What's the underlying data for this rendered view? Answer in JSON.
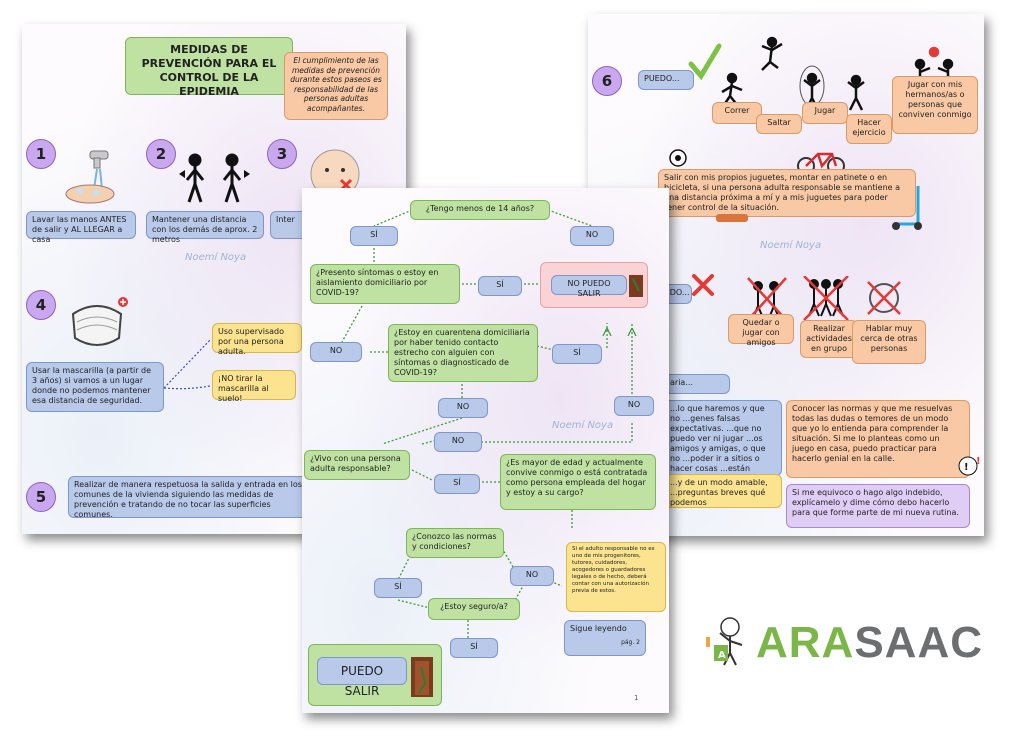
{
  "left_page": {
    "title": "MEDIDAS DE PREVENCIÓN PARA EL CONTROL DE LA EPIDEMIA",
    "intro": "El cumplimiento de las medidas de prevención durante estos paseos es responsabilidad de las personas adultas acompañantes.",
    "step1_num": "1",
    "step1_text": "Lavar las manos ANTES de salir y AL LLEGAR a casa",
    "step2_num": "2",
    "step2_text": "Mantener una distancia con los demás de aprox. 2 metros",
    "step3_num": "3",
    "step3_text": "Inter",
    "step4_num": "4",
    "step4_text": "Usar la mascarilla (a partir de 3 años) si vamos a un lugar donde no podemos mantener esa distancia de seguridad.",
    "step4_note1": "Uso supervisado por una persona adulta.",
    "step4_note2": "¡NO tirar la mascarilla al suelo!",
    "step5_num": "5",
    "step5_text": "Realizar de manera respetuosa la salida y entrada en los comunes de la vivienda siguiendo las medidas de prevención e tratando de no tocar las superficies comunes.",
    "watermark": "Noemí Noya"
  },
  "right_page": {
    "step6_num": "6",
    "puedo": "PUEDO...",
    "act_correr": "Correr",
    "act_saltar": "Saltar",
    "act_jugar": "Jugar",
    "act_ejercicio": "Hacer ejercicio",
    "act_hermanos": "Jugar con mis hermanos/as o personas que conviven conmigo",
    "toys_text": "Salir con mis propios juguetes, montar en patinete o en bicicleta, si una persona adulta responsable se mantiene a una distancia próxima a mí y a mis juguetes para poder tener control de la situación.",
    "no_puedo": "PUEDO...",
    "no1": "Quedar o jugar con amigos",
    "no2": "Realizar actividades en grupo",
    "no3": "Hablar muy cerca de otras personas",
    "section_label": "aria...",
    "text_left": "...lo que haremos y que no ...genes falsas expectativas. ...que no puedo ver ni jugar ...os amigos y amigas, o que no ...poder ir a sitios o hacer cosas ...están permitidas.",
    "text_left2": "...y de un modo amable, ...preguntas breves qué podemos",
    "conocer": "Conocer las normas y que me resuelvas todas las dudas o temores de un modo que yo lo entienda para comprender la situación. Si me lo planteas como un juego en casa, puedo practicar para hacerlo genial en la calle.",
    "equivoco": "Si me equivoco o hago algo indebido, explícamelo y dime cómo debo hacerlo para que forme parte de mi nueva rutina.",
    "watermark": "Noemí Noya"
  },
  "center_page": {
    "q1": "¿Tengo menos de 14 años?",
    "si": "SÍ",
    "no": "NO",
    "q2": "¿Presento síntomas o estoy en aislamiento domiciliario por COVID-19?",
    "no_puedo_salir": "NO PUEDO SALIR",
    "q3": "¿Estoy en cuarentena domiciliaria por haber tenido contacto estrecho con alguien con síntomas o diagnosticado de COVID-19?",
    "q4": "¿Vivo con una persona adulta responsable?",
    "q5": "¿Es mayor de edad y actualmente convive conmigo o está contratada como persona empleada del hogar y estoy a su cargo?",
    "q6": "¿Conozco las normas y condiciones?",
    "note": "Si el adulto responsable no es uno de mis progenitores, tutores, cuidadores, acogedores o guardadores legales o de hecho, deberá contar con una autorización previa de estos.",
    "q7": "¿Estoy seguro/a?",
    "sigue": "Sigue leyendo",
    "pag": "pág. 2",
    "puedo_salir": "PUEDO SALIR",
    "page_num": "1",
    "watermark": "Noemí Noya"
  },
  "logo": {
    "ara": "ARA",
    "saac": "SAAC"
  },
  "colors": {
    "green": "#7ab648",
    "gray": "#6d6e70",
    "purple": "#c9a8ef"
  }
}
